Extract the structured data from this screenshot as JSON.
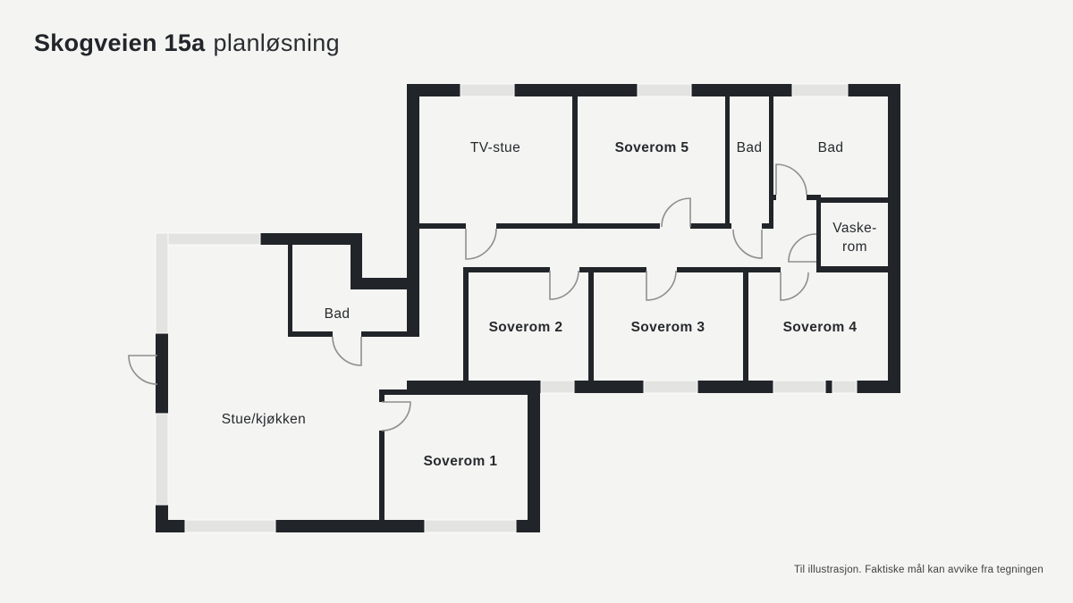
{
  "header": {
    "title_bold": "Skogveien 15a",
    "title_regular": "planløsning"
  },
  "floorplan": {
    "rooms": [
      {
        "id": "tv-stue",
        "label": "TV-stue"
      },
      {
        "id": "soverom-5",
        "label": "Soverom 5"
      },
      {
        "id": "bad-top",
        "label": "Bad"
      },
      {
        "id": "bad-right",
        "label": "Bad"
      },
      {
        "id": "vaskerom",
        "label": "Vaske-rom",
        "line1": "Vaske-",
        "line2": "rom"
      },
      {
        "id": "soverom-2",
        "label": "Soverom 2"
      },
      {
        "id": "soverom-3",
        "label": "Soverom 3"
      },
      {
        "id": "soverom-4",
        "label": "Soverom 4"
      },
      {
        "id": "bad-left",
        "label": "Bad"
      },
      {
        "id": "stue-kjokken",
        "label": "Stue/kjøkken"
      },
      {
        "id": "soverom-1",
        "label": "Soverom 1"
      }
    ]
  },
  "footer": {
    "disclaimer": "Til illustrasjon. Faktiske mål kan avvike fra tegningen"
  },
  "colors": {
    "background": "#f4f4f2",
    "wall": "#212529",
    "window": "#e3e3e1",
    "door_line": "#8f8f8f",
    "text": "#26292d"
  }
}
